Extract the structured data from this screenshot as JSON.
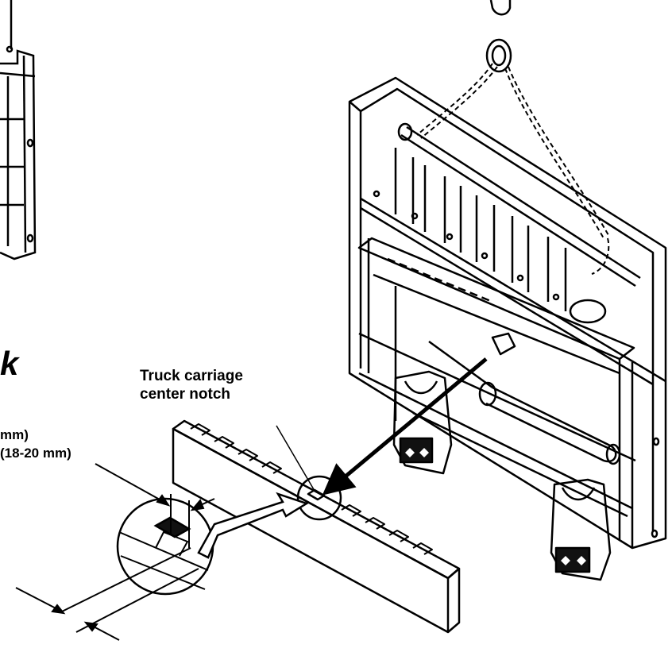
{
  "callout": {
    "line1": "Truck carriage",
    "line2": "center notch"
  },
  "heading_fragment": "k",
  "dimensions": {
    "upper": "mm)",
    "lower": "(18-20 mm)"
  }
}
